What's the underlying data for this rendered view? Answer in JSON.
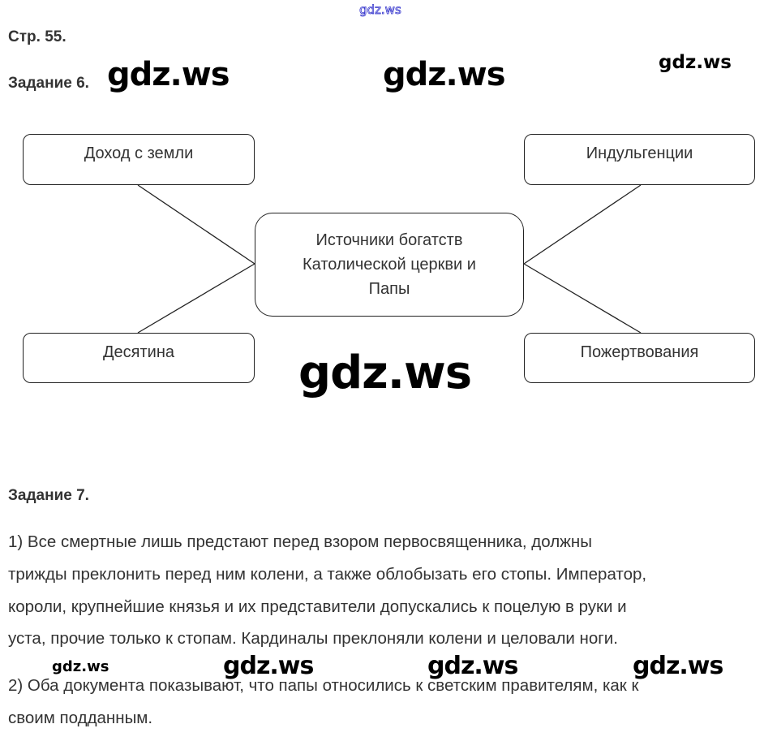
{
  "watermarks": {
    "top": "gdz.ws",
    "main": "gdz.ws"
  },
  "page_label": "Стр. 55.",
  "task6": {
    "title": "Задание 6.",
    "center": [
      "Источники богатств",
      "Католической церкви и",
      "Папы"
    ],
    "top_left": "Доход с земли",
    "top_right": "Индульгенции",
    "bottom_left": "Десятина",
    "bottom_right": "Пожертвования"
  },
  "task7": {
    "title": "Задание 7.",
    "lines": [
      "1) Все смертные лишь предстают перед взором первосвященника, должны",
      "трижды преклонить перед ним колени, а также облобызать его стопы. Император,",
      "короли, крупнейшие князья и их представители допускались к поцелую в руки и",
      "уста, прочие только к стопам. Кардиналы преклоняли колени и целовали ноги.",
      "2) Оба документа показывают, что папы относились к светским правителям, как к",
      "своим подданным."
    ]
  }
}
